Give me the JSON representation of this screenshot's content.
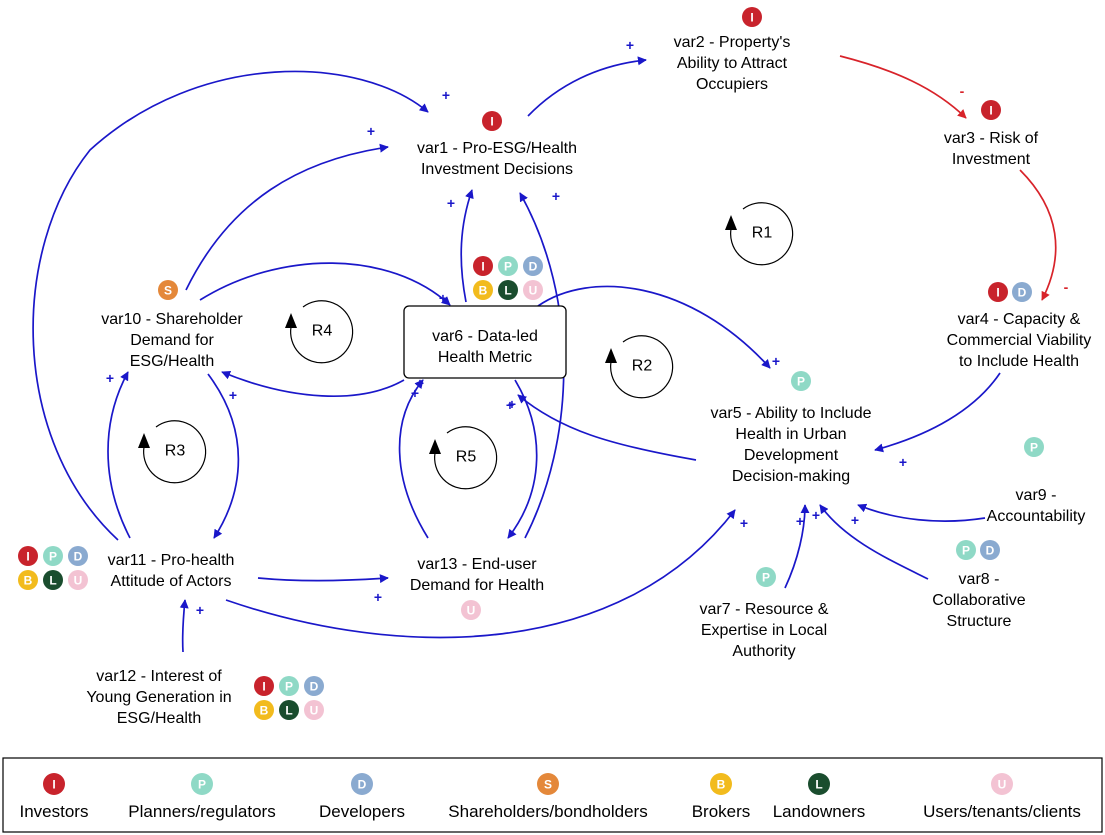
{
  "colors": {
    "I": "#c8232c",
    "P": "#8fd9c6",
    "D": "#8aaad0",
    "S": "#e4883a",
    "B": "#f2bb1d",
    "L": "#1a4d2e",
    "U": "#f3c3d3",
    "link": "#1a17c9",
    "neg_link": "#d8232a"
  },
  "nodes": {
    "var1": [
      "var1 - Pro-ESG/Health",
      "Investment Decisions"
    ],
    "var2": [
      "var2 - Property's",
      "Ability to Attract",
      "Occupiers"
    ],
    "var3": [
      "var3 - Risk of",
      "Investment"
    ],
    "var4": [
      "var4 - Capacity &",
      "Commercial Viability",
      "to Include Health"
    ],
    "var5": [
      "var5 - Ability to Include",
      "Health in Urban",
      "Development",
      "Decision-making"
    ],
    "var6": [
      "var6 - Data-led",
      "Health Metric"
    ],
    "var7": [
      "var7 - Resource &",
      "Expertise in Local",
      "Authority"
    ],
    "var8": [
      "var8 -",
      "Collaborative",
      "Structure"
    ],
    "var9": [
      "var9 -",
      "Accountability"
    ],
    "var10": [
      "var10 - Shareholder",
      "Demand for",
      "ESG/Health"
    ],
    "var11": [
      "var11 - Pro-health",
      "Attitude of Actors"
    ],
    "var12": [
      "var12 - Interest of",
      "Young Generation in",
      "ESG/Health"
    ],
    "var13": [
      "var13 - End-user",
      "Demand for Health"
    ]
  },
  "loops": [
    "R1",
    "R2",
    "R3",
    "R4",
    "R5"
  ],
  "signs": {
    "positive": "+",
    "negative": "-"
  },
  "legend": [
    {
      "code": "I",
      "label": "Investors"
    },
    {
      "code": "P",
      "label": "Planners/regulators"
    },
    {
      "code": "D",
      "label": "Developers"
    },
    {
      "code": "S",
      "label": "Shareholders/bondholders"
    },
    {
      "code": "B",
      "label": "Brokers"
    },
    {
      "code": "L",
      "label": "Landowners"
    },
    {
      "code": "U",
      "label": "Users/tenants/clients"
    }
  ]
}
